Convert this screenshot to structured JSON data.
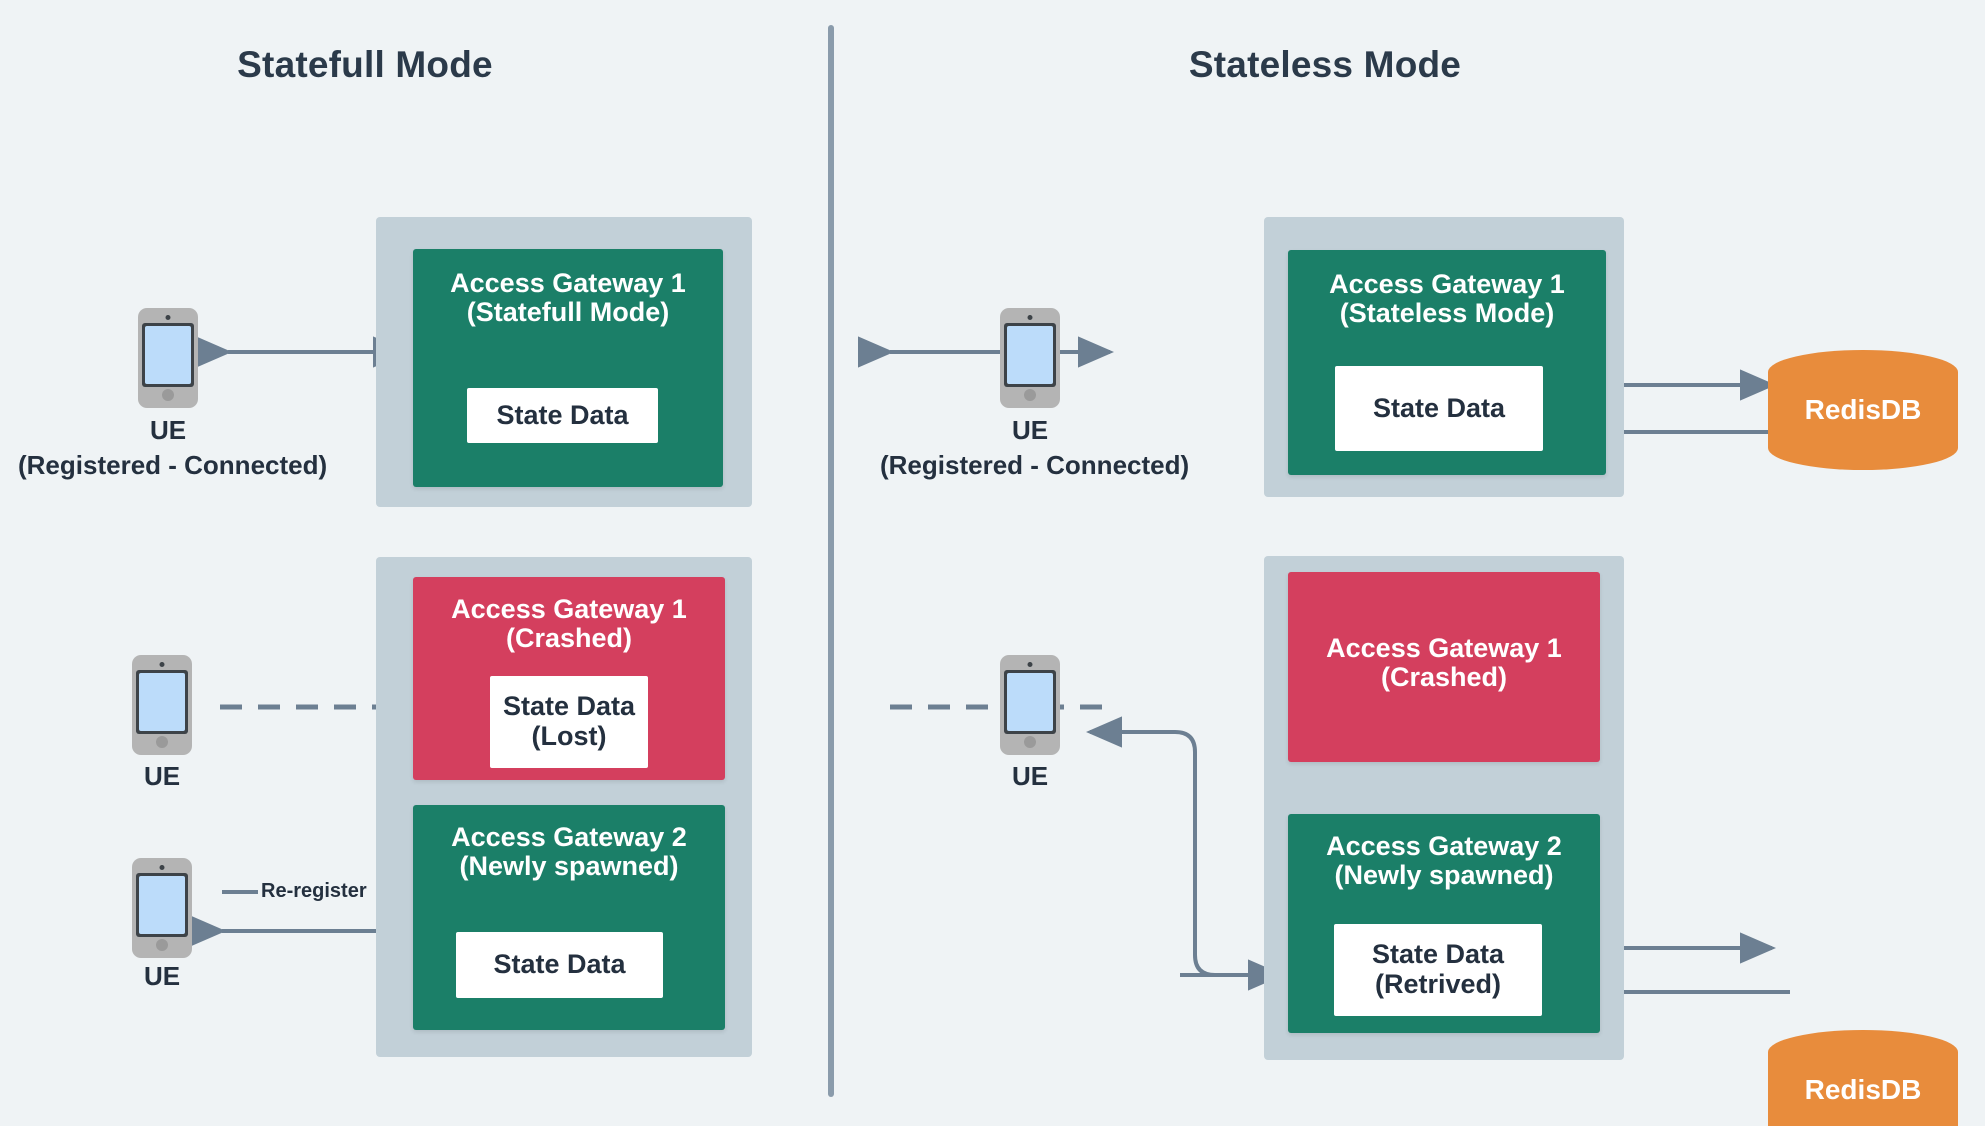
{
  "diagram": {
    "title_left": "Statefull Mode",
    "title_right": "Stateless Mode",
    "colors": {
      "background": "#eff3f5",
      "group_box": "#c2d0d8",
      "gateway_ok": "#1b7f68",
      "gateway_crashed": "#d43f5e",
      "database": "#e88c3c",
      "arrow": "#6c7f92",
      "text_dark": "#24303f",
      "divider": "#8a9bab"
    }
  },
  "statefull": {
    "scenario_normal": {
      "ue": {
        "label": "UE",
        "sublabel": "(Registered - Connected)"
      },
      "gateway": {
        "title": "Access Gateway 1\n(Statefull Mode)",
        "status": "ok",
        "state_data": "State Data"
      }
    },
    "scenario_failure": {
      "ue_top": {
        "label": "UE"
      },
      "ue_bottom": {
        "label": "UE"
      },
      "gateway_crashed": {
        "title": "Access Gateway 1\n(Crashed)",
        "status": "crashed",
        "state_data": "State Data\n(Lost)"
      },
      "gateway_new": {
        "title": "Access Gateway 2\n(Newly spawned)",
        "status": "ok",
        "state_data": "State Data"
      },
      "arrow_label": "Re-register"
    }
  },
  "stateless": {
    "scenario_normal": {
      "ue": {
        "label": "UE",
        "sublabel": "(Registered - Connected)"
      },
      "gateway": {
        "title": "Access Gateway 1\n(Stateless Mode)",
        "status": "ok",
        "state_data": "State Data"
      },
      "database": {
        "label": "RedisDB"
      }
    },
    "scenario_failure": {
      "ue": {
        "label": "UE"
      },
      "gateway_crashed": {
        "title": "Access Gateway 1\n(Crashed)",
        "status": "crashed"
      },
      "gateway_new": {
        "title": "Access Gateway 2\n(Newly spawned)",
        "status": "ok",
        "state_data": "State Data\n(Retrived)"
      },
      "database": {
        "label": "RedisDB"
      }
    }
  }
}
